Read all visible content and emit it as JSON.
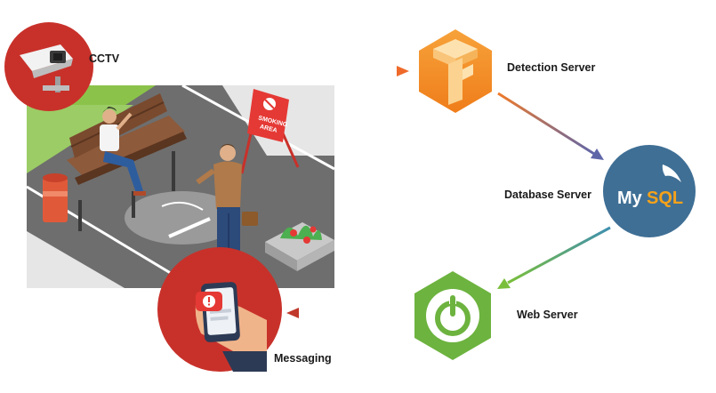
{
  "nodes": {
    "cctv": {
      "label": "CCTV",
      "color": "#c8312a"
    },
    "detection": {
      "label": "Detection Server",
      "color": "#f28a1e"
    },
    "database": {
      "label": "Database Server",
      "color": "#3f6f95",
      "logo_text_a": "My",
      "logo_text_b": "SQL"
    },
    "web": {
      "label": "Web Server",
      "color": "#6db33f"
    },
    "messaging": {
      "label": "Messaging",
      "color": "#c8312a"
    }
  },
  "scene": {
    "sign_text_1": "SMOKING",
    "sign_text_2": "AREA"
  },
  "edges": [
    {
      "from": "cctv",
      "to": "detection",
      "color_start": "#c8312a",
      "color_end": "#ef6a2a"
    },
    {
      "from": "detection",
      "to": "database",
      "color_start": "#ef7a2a",
      "color_end": "#5f66a8"
    },
    {
      "from": "database",
      "to": "web",
      "color_start": "#3f8fb0",
      "color_end": "#7abf3a"
    },
    {
      "from": "web",
      "to": "messaging",
      "color_start": "#7abf3a",
      "color_end": "#c0392b"
    }
  ]
}
